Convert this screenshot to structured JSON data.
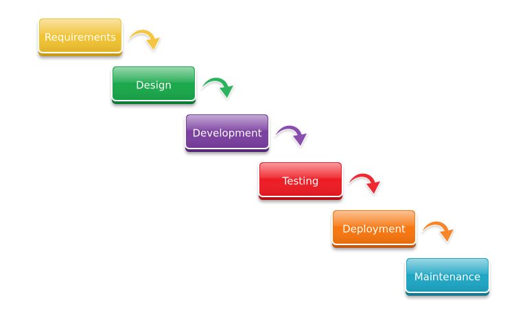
{
  "steps": [
    {
      "label": "Requirements",
      "color": "#f1c232",
      "shade": "#c99a12"
    },
    {
      "label": "Design",
      "color": "#1aa84b",
      "shade": "#0e7a34"
    },
    {
      "label": "Development",
      "color": "#7b3fa0",
      "shade": "#552a72"
    },
    {
      "label": "Testing",
      "color": "#ee1c24",
      "shade": "#b30f16"
    },
    {
      "label": "Deployment",
      "color": "#f7760f",
      "shade": "#c55607"
    },
    {
      "label": "Maintenance",
      "color": "#1fa6c4",
      "shade": "#12798f"
    }
  ],
  "arrows": [
    {
      "from": "Requirements",
      "to": "Design",
      "color": "#f4c542"
    },
    {
      "from": "Design",
      "to": "Development",
      "color": "#2fb25e"
    },
    {
      "from": "Development",
      "to": "Testing",
      "color": "#8a4db0"
    },
    {
      "from": "Testing",
      "to": "Deployment",
      "color": "#ef2b33"
    },
    {
      "from": "Deployment",
      "to": "Maintenance",
      "color": "#f7862a"
    }
  ]
}
